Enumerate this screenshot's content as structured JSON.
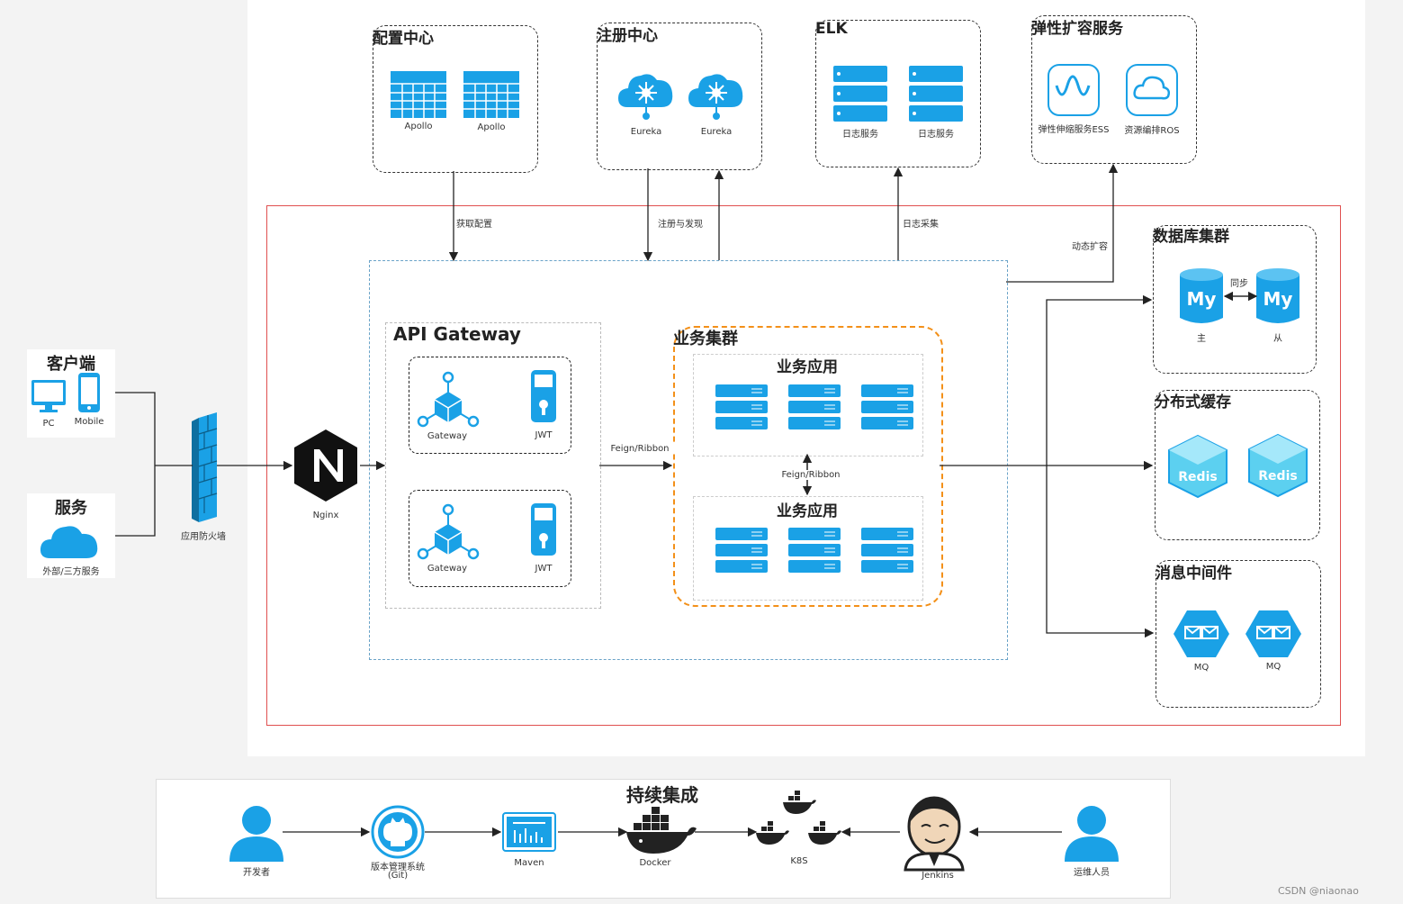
{
  "groups": {
    "config_center": {
      "title": "配置中心",
      "items": [
        "Apollo",
        "Apollo"
      ]
    },
    "registry": {
      "title": "注册中心",
      "items": [
        "Eureka",
        "Eureka"
      ]
    },
    "elk": {
      "title": "ELK",
      "items": [
        "日志服务",
        "日志服务"
      ]
    },
    "elastic": {
      "title": "弹性扩容服务",
      "items": [
        "弹性伸缩服务ESS",
        "资源编排ROS"
      ]
    },
    "client": {
      "title": "客户端",
      "items": [
        "PC",
        "Mobile"
      ]
    },
    "service": {
      "title": "服务",
      "items": [
        "外部/三方服务"
      ]
    },
    "firewall": {
      "label": "应用防火墙"
    },
    "nginx": {
      "label": "Nginx"
    },
    "api_gateway": {
      "title": "API Gateway",
      "items": [
        "Gateway",
        "JWT",
        "Gateway",
        "JWT"
      ]
    },
    "biz_cluster": {
      "title": "业务集群",
      "apps": [
        "业务应用",
        "业务应用"
      ]
    },
    "db_cluster": {
      "title": "数据库集群",
      "items": [
        "主",
        "从"
      ],
      "sync": "同步"
    },
    "cache": {
      "title": "分布式缓存",
      "items": [
        "Redis",
        "Redis"
      ]
    },
    "mq": {
      "title": "消息中间件",
      "items": [
        "MQ",
        "MQ"
      ]
    },
    "ci": {
      "title": "持续集成",
      "items": [
        "开发者",
        "版本管理系统",
        "(Git)",
        "Maven",
        "Docker",
        "K8S",
        "Jenkins",
        "运维人员"
      ]
    }
  },
  "edges": {
    "get_config": "获取配置",
    "register": "注册与发现",
    "log_collect": "日志采集",
    "dynamic_scale": "动态扩容",
    "feign1": "Feign/Ribbon",
    "feign2": "Feign/Ribbon"
  },
  "watermark": "CSDN @niaonao",
  "colors": {
    "accent": "#1aa1e6",
    "orange": "#f39019",
    "red": "#e05050",
    "blue_dash": "#6aa3c8"
  }
}
